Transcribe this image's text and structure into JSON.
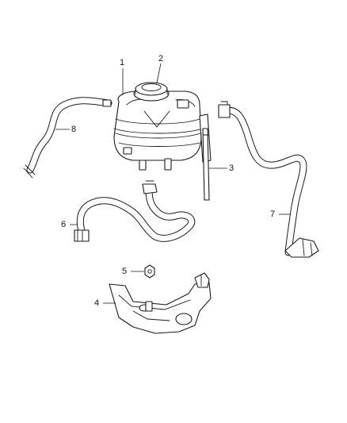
{
  "diagram": {
    "callouts": [
      {
        "id": "1",
        "label": "1"
      },
      {
        "id": "2",
        "label": "2"
      },
      {
        "id": "3",
        "label": "3"
      },
      {
        "id": "4",
        "label": "4"
      },
      {
        "id": "5",
        "label": "5"
      },
      {
        "id": "6",
        "label": "6"
      },
      {
        "id": "7",
        "label": "7"
      },
      {
        "id": "8",
        "label": "8"
      }
    ],
    "line_color": "#1a1a1a"
  }
}
